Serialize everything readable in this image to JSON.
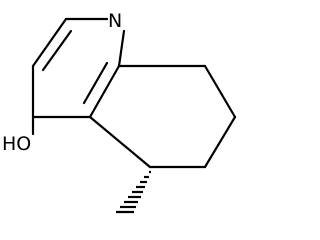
{
  "molecule": {
    "atoms": {
      "nitrogen": "N",
      "hydroxyl": "HO"
    },
    "stereo": {
      "type": "hashed-wedge",
      "position": "C5-methyl"
    },
    "colors": {
      "ink": "#000000",
      "background": "#ffffff"
    }
  }
}
